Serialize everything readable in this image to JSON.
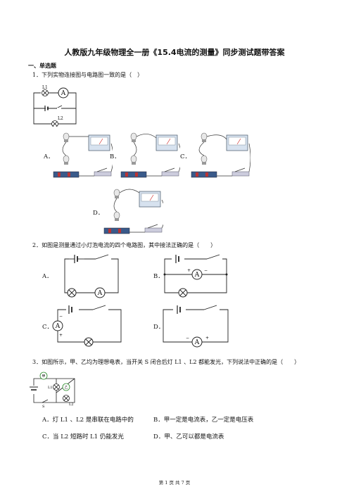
{
  "title": "人教版九年级物理全一册《15.4电流的测量》同步测试题带答案",
  "section_heading": "一、单选题",
  "q1": {
    "text": "1．下列实物连接图与电路图一致的是（　）",
    "labels": {
      "l1": "L1",
      "l2": "L2",
      "a": "A"
    },
    "options": [
      "A．",
      "B．",
      "C．",
      "D．"
    ]
  },
  "q2": {
    "text": "2．如图是测量通过小灯泡电流的四个电路图，其中接法正确的是（　　）",
    "options": [
      "A．",
      "B．",
      "C．",
      "D．"
    ],
    "meter": "A"
  },
  "q3": {
    "text": "3．如图所示，甲、乙均为理想电表，当开关 S 闭合后灯 L1 、L2 都能发光，下列说法中正确的是（　　）",
    "fig_labels": {
      "jia": "甲",
      "yi": "乙",
      "s": "S",
      "l1": "L1",
      "l2": "L2"
    },
    "options": [
      "A．灯 L1 、L2 是串联在电路中的",
      "B．甲一定是电流表，乙一定是电压表",
      "C．当 L2 短路时 L1 仍能发光",
      "D．甲、乙可以都是电流表"
    ]
  },
  "footer": "第 1 页 共 7 页"
}
